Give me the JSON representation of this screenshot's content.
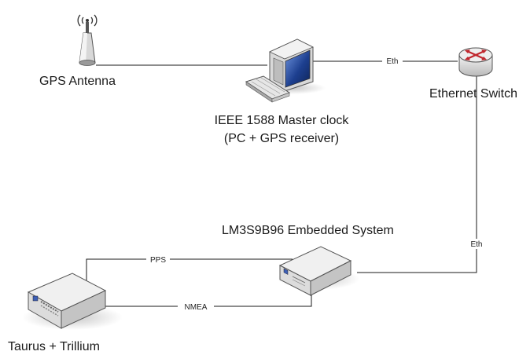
{
  "nodes": {
    "gps_antenna": {
      "label": "GPS Antenna"
    },
    "master_clock": {
      "label_line1": "IEEE 1588 Master clock",
      "label_line2": "(PC + GPS receiver)"
    },
    "ethernet_switch": {
      "label": "Ethernet Switch"
    },
    "embedded_system": {
      "label": "LM3S9B96 Embedded System"
    },
    "taurus": {
      "label": "Taurus + Trillium"
    }
  },
  "links": {
    "pc_to_switch": {
      "label": "Eth"
    },
    "switch_to_embedded": {
      "label": "Eth"
    },
    "pps": {
      "label": "PPS"
    },
    "nmea": {
      "label": "NMEA"
    }
  },
  "colors": {
    "wire": "#1a1a1a",
    "device_top": "#f2f2f2",
    "device_side": "#bdbdbd",
    "device_front": "#d9d9d9",
    "switch_body": "#d4d4d4",
    "switch_arrows": "#c0262d",
    "screen": "#1d3f8f",
    "accent_blue": "#3d5fb5"
  }
}
